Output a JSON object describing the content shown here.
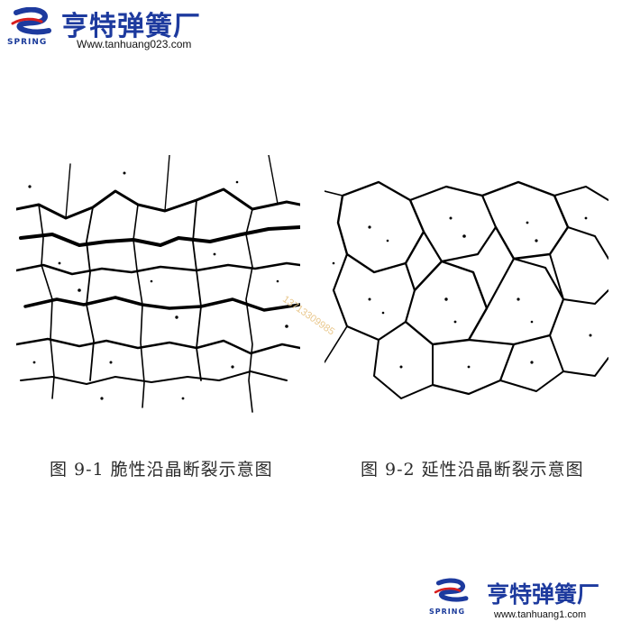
{
  "header": {
    "brand_cn": "亨特弹簧厂",
    "logo_text": "SPRING",
    "url": "Www.tanhuang023.com"
  },
  "figures": [
    {
      "caption": "图 9-1   脆性沿晶断裂示意图"
    },
    {
      "caption": "图 9-2   延性沿晶断裂示意图"
    }
  ],
  "watermark": "13713309985",
  "footer": {
    "brand_cn": "亨特弹簧厂",
    "logo_text": "SPRING",
    "url": "www.tanhuang1.com"
  },
  "colors": {
    "brand_blue": "#1d3a9e",
    "brand_red": "#d81e1e",
    "watermark": "#e9c88e"
  }
}
